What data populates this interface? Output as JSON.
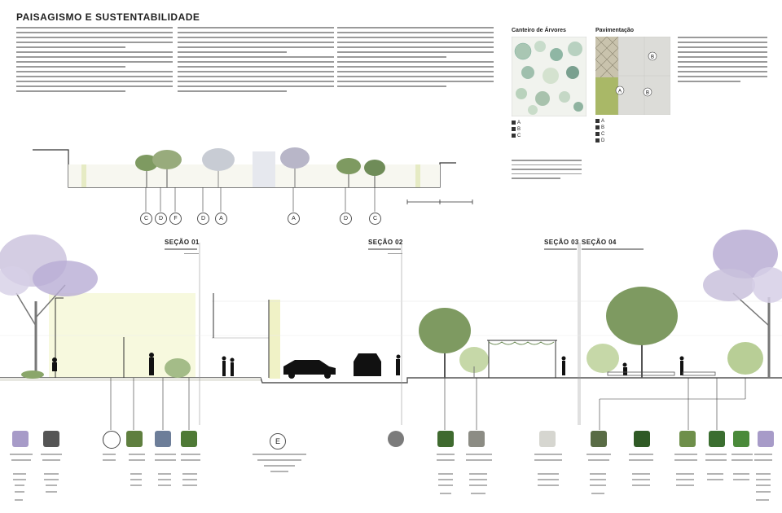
{
  "board": {
    "title": "Paisagismo e sustentabilidade"
  },
  "plans": {
    "left_label": "Canteiro de Árvores",
    "right_label": "Pavimentação",
    "legend_left": [
      "A",
      "B",
      "C"
    ],
    "legend_right": [
      "A",
      "B",
      "C",
      "D"
    ],
    "plan_markers": [
      "B",
      "A",
      "B"
    ]
  },
  "overview_markers": [
    "C",
    "D",
    "F",
    "D",
    "A",
    "A",
    "D",
    "C"
  ],
  "sections": [
    {
      "title": "SEÇÃO 01"
    },
    {
      "title": "SEÇÃO 02"
    },
    {
      "title": "SEÇÃO 03"
    },
    {
      "title": "SEÇÃO 04"
    }
  ],
  "section_marker": "E",
  "colors": {
    "ground": "#555555",
    "tree_green": "#7e9a61",
    "jacaranda": "#a79bc8",
    "lightgreen": "#c6d8a8",
    "yellowglow": "#f4f6d0"
  }
}
